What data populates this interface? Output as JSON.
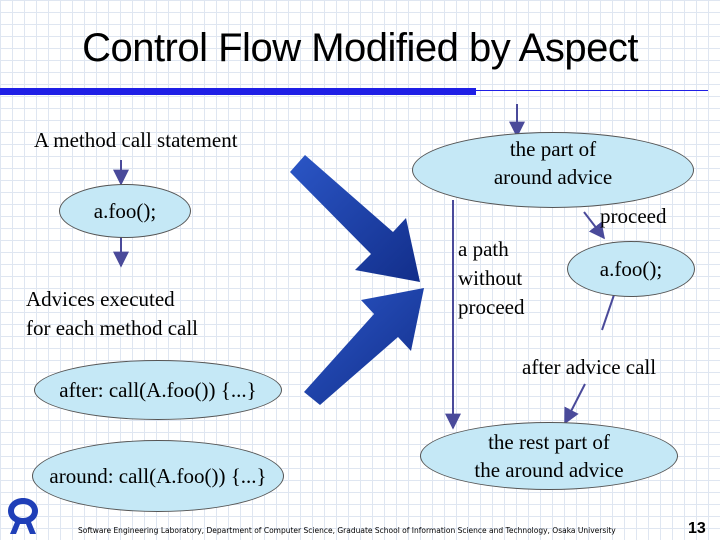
{
  "title": "Control Flow Modified by Aspect",
  "left": {
    "method_call_label": "A method call statement",
    "call_node": "a.foo();",
    "advices_label_line1": "Advices executed",
    "advices_label_line2": "for each method call",
    "after_node": "after: call(A.foo()) {...}",
    "around_node": "around: call(A.foo()) {...}"
  },
  "right": {
    "around_part_line1": "the part of",
    "around_part_line2": "around advice",
    "proceed_label": "proceed",
    "path_line1": "a path",
    "path_line2": "without",
    "path_line3": "proceed",
    "call_node": "a.foo();",
    "after_label": "after advice call",
    "rest_line1": "the rest part of",
    "rest_line2": "the around advice"
  },
  "footer": "Software Engineering Laboratory, Department of Computer Science, Graduate School of Information Science and Technology, Osaka University",
  "page_number": "13",
  "colors": {
    "accent_rule": "#1f1fe6",
    "ellipse_fill": "#c5e8f6",
    "arrow_fill": "#1a3ea8",
    "grid": "#dfe6f1"
  },
  "icons": {
    "logo": "osaka-university-logo-icon"
  }
}
